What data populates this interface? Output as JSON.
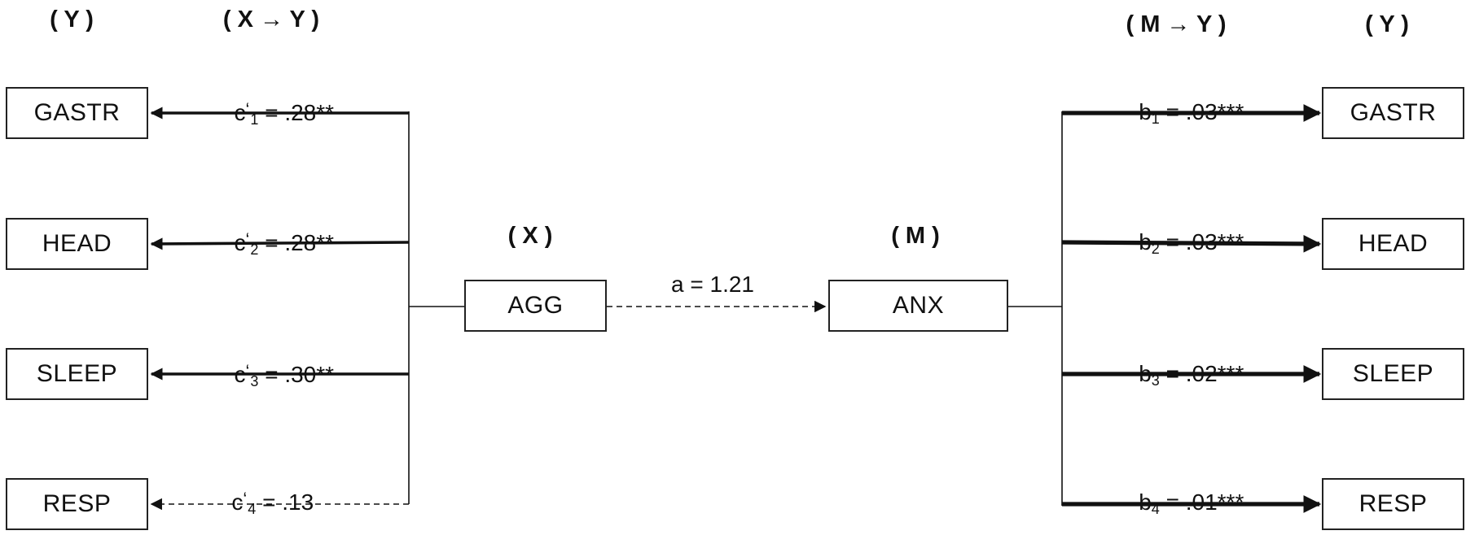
{
  "headers": {
    "left_y": "( Y )",
    "left_xy": "( X → Y )",
    "x": "( X )",
    "m": "( M )",
    "right_my": "( M → Y )",
    "right_y": "( Y )"
  },
  "nodes": {
    "agg": "AGG",
    "anx": "ANX",
    "left": [
      "GASTR",
      "HEAD",
      "SLEEP",
      "RESP"
    ],
    "right": [
      "GASTR",
      "HEAD",
      "SLEEP",
      "RESP"
    ]
  },
  "a_path": {
    "label": "a = 1.21"
  },
  "c_paths": [
    {
      "base": "c",
      "prime": "‘",
      "sub": "1",
      "value": " = .28**",
      "significant": true
    },
    {
      "base": "c",
      "prime": "‘",
      "sub": "2",
      "value": " = .28**",
      "significant": true
    },
    {
      "base": "c",
      "prime": "‘",
      "sub": "3",
      "value": " = .30**",
      "significant": true
    },
    {
      "base": "c",
      "prime": "‘",
      "sub": "4",
      "value": " = .13",
      "significant": false
    }
  ],
  "b_paths": [
    {
      "base": "b",
      "sub": "1",
      "value": " = .03***",
      "significant": true
    },
    {
      "base": "b",
      "sub": "2",
      "value": " = .03***",
      "significant": true
    },
    {
      "base": "b",
      "sub": "3",
      "value": " = .02***",
      "significant": true
    },
    {
      "base": "b",
      "sub": "4",
      "value": " = .01***",
      "significant": true
    }
  ]
}
